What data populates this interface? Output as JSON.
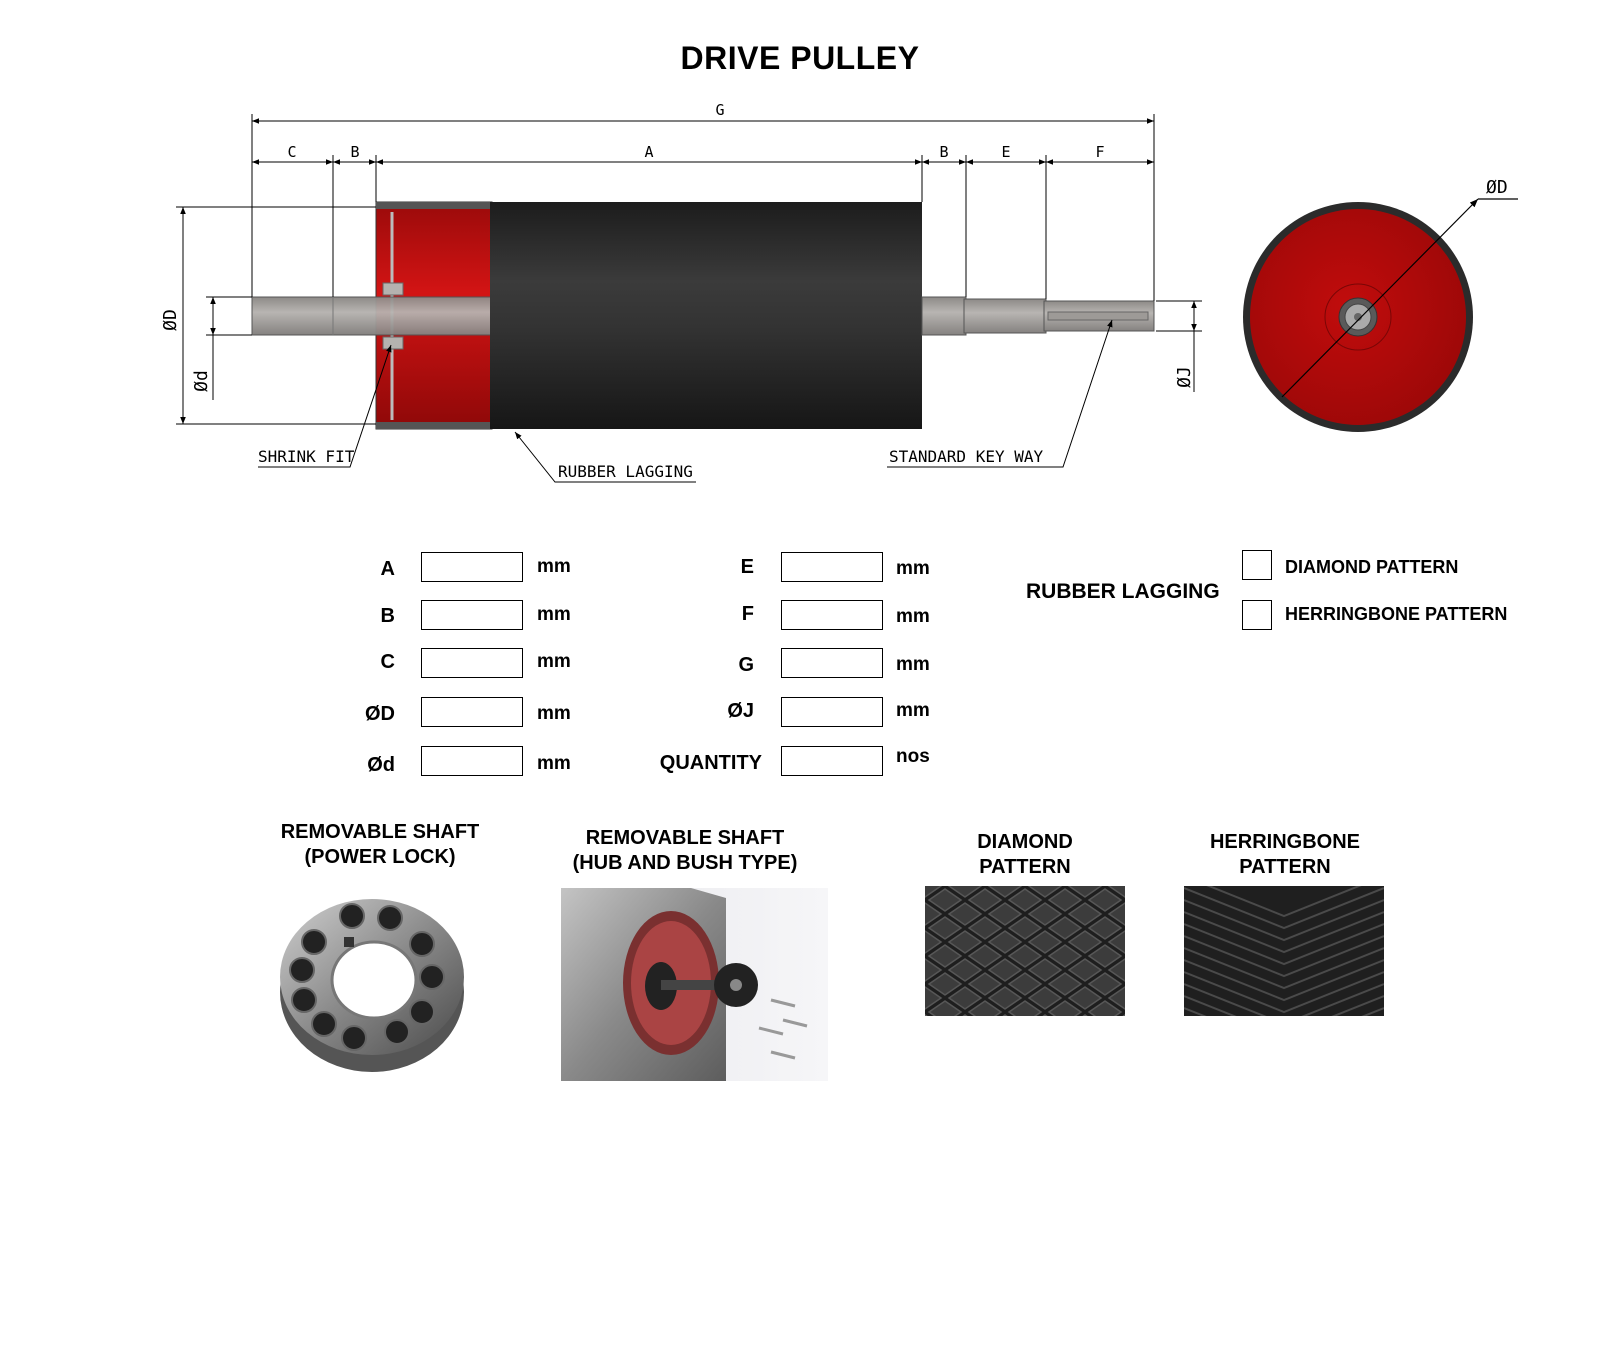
{
  "title": "DRIVE PULLEY",
  "dimensions": {
    "G": "G",
    "C": "C",
    "B_left": "B",
    "A": "A",
    "B_right": "B",
    "E": "E",
    "F": "F",
    "phiD_left": "ØD",
    "phid": "Ød",
    "phiJ": "ØJ",
    "phiD_end": "ØD"
  },
  "callouts": {
    "shrink_fit": "SHRINK FIT",
    "rubber_lagging": "RUBBER LAGGING",
    "standard_key_way": "STANDARD KEY WAY"
  },
  "form": {
    "left": [
      {
        "label": "A",
        "value": "",
        "unit": "mm"
      },
      {
        "label": "B",
        "value": "",
        "unit": "mm"
      },
      {
        "label": "C",
        "value": "",
        "unit": "mm"
      },
      {
        "label": "ØD",
        "value": "",
        "unit": "mm"
      },
      {
        "label": "Ød",
        "value": "",
        "unit": "mm"
      }
    ],
    "right": [
      {
        "label": "E",
        "value": "",
        "unit": "mm"
      },
      {
        "label": "F",
        "value": "",
        "unit": "mm"
      },
      {
        "label": "G",
        "value": "",
        "unit": "mm"
      },
      {
        "label": "ØJ",
        "value": "",
        "unit": "mm"
      },
      {
        "label": "QUANTITY",
        "value": "",
        "unit": "nos"
      }
    ]
  },
  "lagging": {
    "label": "RUBBER LAGGING",
    "options": [
      {
        "label": "DIAMOND PATTERN",
        "checked": false
      },
      {
        "label": "HERRINGBONE PATTERN",
        "checked": false
      }
    ]
  },
  "gallery": [
    {
      "caption_line1": "REMOVABLE SHAFT",
      "caption_line2": "(POWER LOCK)"
    },
    {
      "caption_line1": "REMOVABLE SHAFT",
      "caption_line2": "(HUB AND BUSH TYPE)"
    },
    {
      "caption_line1": "DIAMOND",
      "caption_line2": "PATTERN"
    },
    {
      "caption_line1": "HERRINGBONE",
      "caption_line2": "PATTERN"
    }
  ],
  "colors": {
    "drum_red": "#c20d0d",
    "lagging_black": "#2a2a2a",
    "shaft_grey": "#a9a6a3"
  }
}
